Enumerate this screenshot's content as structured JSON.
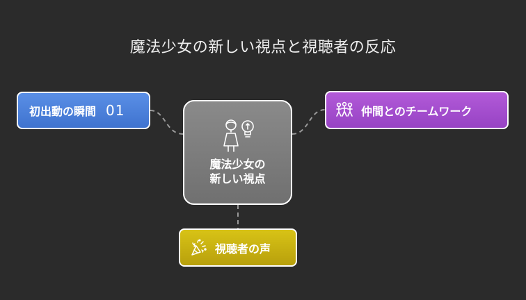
{
  "title": "魔法少女の新しい視点と視聴者の反応",
  "center": {
    "line1": "魔法少女の",
    "line2": "新しい視点",
    "icon": "girl-with-lightbulb-icon"
  },
  "nodes": {
    "first_appearance": {
      "label": "初出動の瞬間",
      "number": "01",
      "color": "#4a80dc"
    },
    "teamwork": {
      "label": "仲間とのチームワーク",
      "icon": "people-group-icon",
      "color": "#a54fcf"
    },
    "viewer_voice": {
      "label": "視聴者の声",
      "icon": "party-popper-icon",
      "color": "#c9b213"
    }
  },
  "colors": {
    "background": "#2b2b2b",
    "center": "#7d7d7d",
    "connector": "#9a9a9a"
  }
}
